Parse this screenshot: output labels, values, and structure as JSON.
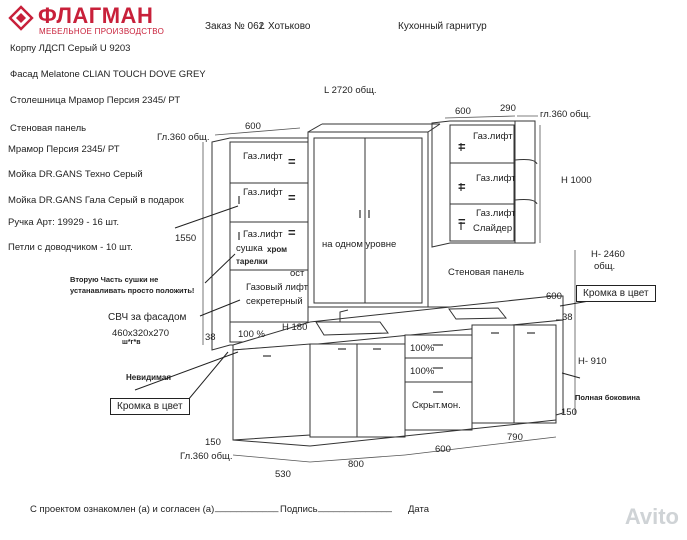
{
  "header": {
    "brand": "ФЛАГМАН",
    "brand_sub": "МЕБЕЛЬНОЕ ПРОИЗВОДСТВО",
    "order": "Заказ № 062",
    "city": "г. Хотьково",
    "title": "Кухонный гарнитур"
  },
  "specs": {
    "body": "Корпу ЛДСП  Серый U 9203",
    "facade": "Фасад Melatone CLIAN TOUCH DOVE GREY",
    "countertop": "Столешница Мрамор Персия 2345/ РТ",
    "wall_panel": "Стеновая панель",
    "wall_panel_material": "Мрамор Персия 2345/ РТ",
    "sink1": "Мойка DR.GANS Техно Серый",
    "sink2": "Мойка DR.GANS Гала  Серый в подарок",
    "handles": "Ручка Арт: 19929 - 16 шт.",
    "hinges": "Петли с доводчиком - 10 шт."
  },
  "dimensions": {
    "total_length": "L 2720  общ.",
    "top_left_width": "600",
    "top_right_width": "600",
    "top_right_extra": "290",
    "depth_left": "Гл.360 общ.",
    "depth_right": "гл.360 общ.",
    "h1550": "1550",
    "h1000": "Н 1000",
    "h180": "Н 180",
    "h2460": "Н- 2460",
    "h2460_sub": "общ.",
    "h910": "Н- 910",
    "w600_right": "600",
    "d38_right": "38",
    "d38_left": "38",
    "d150_left": "150",
    "d150_right": "150",
    "depth_bottom": "Гл.360 общ.",
    "w530": "530",
    "w800": "800",
    "w600_bottom": "600",
    "w790": "790"
  },
  "labels": {
    "gas1": "Газ.лифт",
    "gas2": "Газ.лифт",
    "gas3": "Газ.лифт",
    "dryer": "сушка",
    "chrome": "хром",
    "plates": "тарелки",
    "ost": "ост",
    "gas_secret": "Газовый лифт",
    "secret": "секретерный",
    "pct100_left": "100 %",
    "same_level": "на одном   уровне",
    "gas_r1": "Газ.лифт",
    "gas_r2": "Газ.лифт",
    "gas_r3": "Газ.лифт",
    "slider": "Слайдер",
    "wall_panel_mid": "Стеновая панель",
    "pct100_a": "100%",
    "pct100_b": "100%",
    "hidden_mount": "Скрыт.мон.",
    "note_dryer_1": "Вторую Часть сушки не",
    "note_dryer_2": "устанавливать просто положить!",
    "microwave": "СВЧ за фасадом",
    "microwave_size": "460х320х270",
    "microwave_dims": "ш*г*в",
    "invisible": "Невидимая",
    "edge_color_left": "Кромка в цвет",
    "edge_color_right": "Кромка в цвет",
    "full_side": "Полная боковина",
    "eq": "="
  },
  "footer": {
    "agree": "С проектом ознакомлен (а) и согласен (а)",
    "blank1": "____________",
    "signature": "Подпись",
    "blank2": "______________",
    "date": "Дата"
  },
  "watermark": "Avito"
}
